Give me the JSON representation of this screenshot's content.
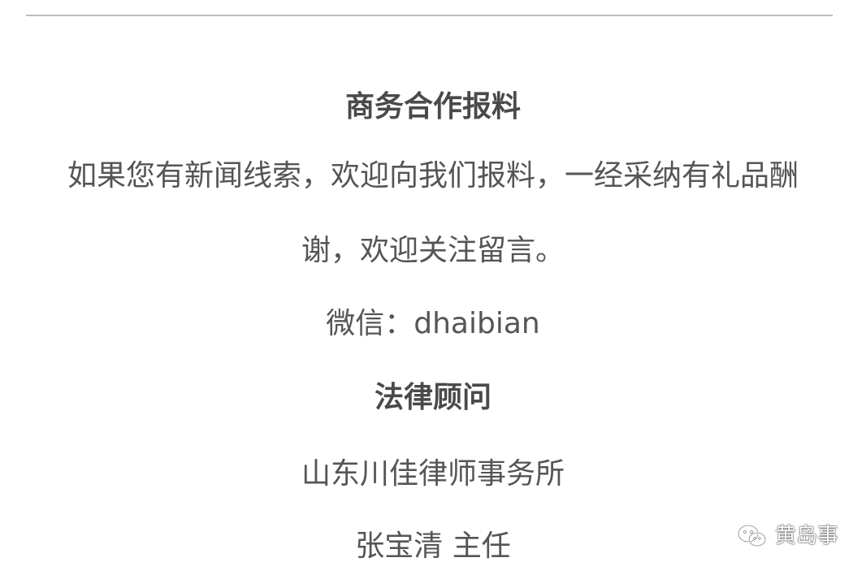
{
  "section_business": {
    "title": "商务合作报料",
    "body_line1": "如果您有新闻线索，欢迎向我们报料，一经采纳有礼品酬",
    "body_line2": "谢，欢迎关注留言。",
    "wechat": "微信：dhaibian"
  },
  "section_legal": {
    "title": "法律顾问",
    "firm": "山东川佳律师事务所",
    "person": "张宝清 主任"
  },
  "watermark": {
    "icon": "wechat-icon",
    "text": "黄岛事"
  }
}
